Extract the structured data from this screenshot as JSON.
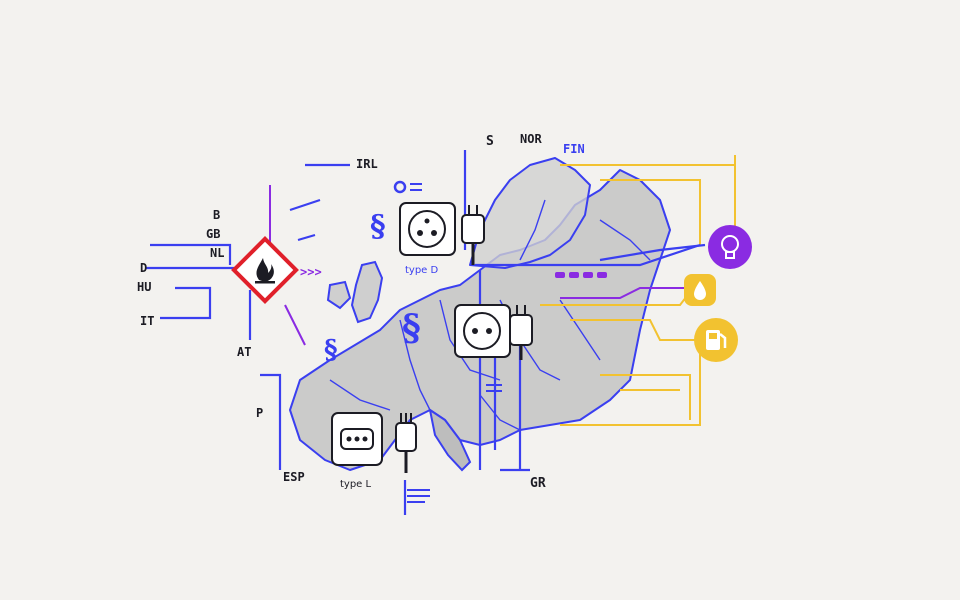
{
  "countries": {
    "b": "B",
    "gb": "GB",
    "nl": "NL",
    "d": "D",
    "hu": "HU",
    "it": "IT",
    "at": "AT",
    "p": "P",
    "esp": "ESP",
    "irl": "IRL",
    "s": "S",
    "nor": "NOR",
    "fin": "FIN",
    "gr": "GR"
  },
  "sockets": {
    "type_d": "type D",
    "type_l": "type L"
  },
  "symbols": {
    "paragraph": "§"
  },
  "colors": {
    "ink": "#1c1c24",
    "blue": "#3a3ff0",
    "purple": "#8a2be2",
    "yellow": "#f2c230",
    "map_fill": "#bdbdbd",
    "hazard_red": "#e0202a"
  },
  "icons": [
    "flammable-hazard-icon",
    "lightbulb-icon",
    "drop-icon",
    "fuel-pump-icon",
    "socket-icon",
    "plug-icon"
  ]
}
